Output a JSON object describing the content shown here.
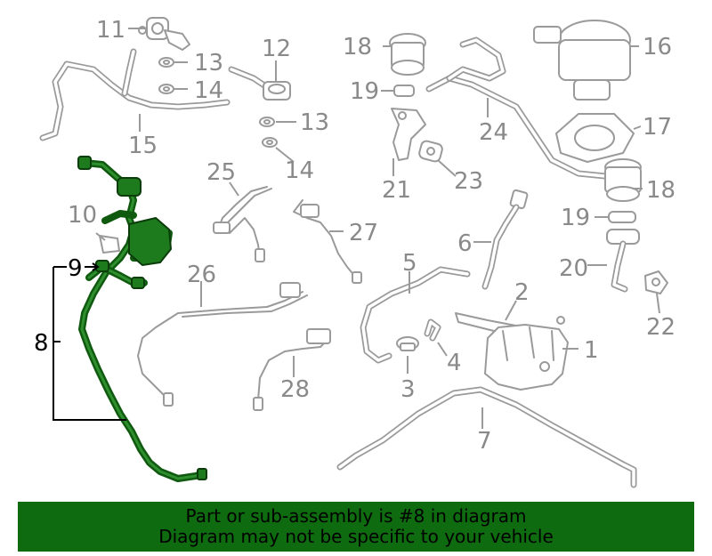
{
  "banner": {
    "line1": "Part or sub-assembly is #8 in diagram",
    "line2": "Diagram may not be specific to your vehicle"
  },
  "callouts": {
    "c1": "1",
    "c2": "2",
    "c3": "3",
    "c4": "4",
    "c5": "5",
    "c6": "6",
    "c7": "7",
    "c8": "8",
    "c9": "9",
    "c10": "10",
    "c11": "11",
    "c12": "12",
    "c13a": "13",
    "c13b": "13",
    "c14a": "14",
    "c14b": "14",
    "c15": "15",
    "c16": "16",
    "c17": "17",
    "c18a": "18",
    "c18b": "18",
    "c19a": "19",
    "c19b": "19",
    "c20": "20",
    "c21": "21",
    "c22": "22",
    "c23": "23",
    "c24": "24",
    "c25": "25",
    "c26": "26",
    "c27": "27",
    "c28": "28"
  },
  "highlight": {
    "part_number": "8",
    "color": "#0f6b0f"
  }
}
